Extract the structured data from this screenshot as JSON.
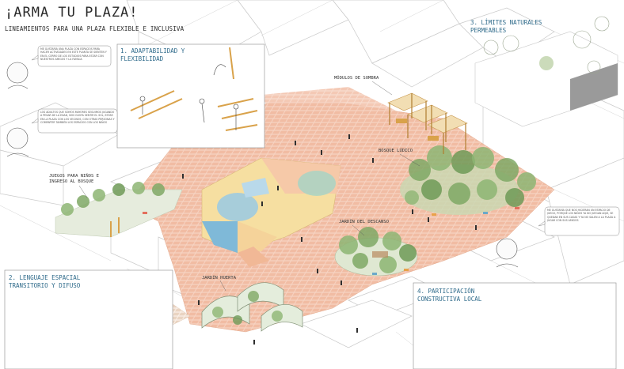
{
  "title": "¡ARMA TU PLAZA!",
  "subtitle": "LINEAMIENTOS PARA UNA PLAZA FLEXIBLE E INCLUSIVA",
  "sections": [
    {
      "number": "1.",
      "title_line1": "ADAPTABILIDAD Y",
      "title_line2": "FLEXIBILIDAD"
    },
    {
      "number": "2.",
      "title_line1": "LENGUAJE ESPACIAL",
      "title_line2": "TRANSITORIO Y DIFUSO"
    },
    {
      "number": "3.",
      "title_line1": "LÍMITES NATURALES",
      "title_line2": "PERMEABLES"
    },
    {
      "number": "4.",
      "title_line1": "PARTICIPACIÓN",
      "title_line2": "CONSTRUCTIVA LOCAL"
    }
  ],
  "labels": {
    "modulos": "MÓDULOS DE SOMBRA",
    "bosque": "BOSQUE LÚDICO",
    "juegos_line1": "JUEGOS PARA NIÑOS E",
    "juegos_line2": "INGRESO AL BOSQUE",
    "descanso": "JARDÍN DEL DESCANSO",
    "huerta": "JARDÍN HUERTA"
  },
  "quotes": {
    "q1": "ME GUSTARÍA UNA PLAZA CON ESPACIOS PARA HACER ACTIVIDADES EN ESTE PLANTA SE SIENTEN Y EN EL CERRO DE LOS ESTUDIOS PARA ESTAR CON NUESTROS AMIGOS Y LA FAMILIA",
    "q2": "LOS ADULTOS QUE SOMOS MAYORES SEGUIMOS JUGANDO A PESAR DE LA EDAD, NOS GUSTA SENTIR EL SOL, ESTAR EN LA PLAZA CON LOS VECINOS, CON OTRAS PERSONAS Y COMPARTIR TAMBIÉN LOS ESPACIOS CON LOS NIÑOS",
    "q3": "ME GUSTARÍA QUE NOS HICIERAN UN ESPACIO DE JUEGO, PORQUE LOS NIÑOS YA NO JUEGAN AQUÍ, SE QUEDAN EN SUS CASAS Y YA NO SALEN A LA PLAZA A JUGAR CON SUS AMIGOS"
  },
  "colors": {
    "paving": "#f3c4ad",
    "paving_dark": "#e9a98c",
    "court_blue": "#9fcbe0",
    "court_yellow": "#f6dfa1",
    "court_peach": "#f6c9a8",
    "tree": "#7fa865",
    "tree_dark": "#4f7a44",
    "timber": "#d9a24a",
    "accent_text": "#2e6a8a"
  }
}
